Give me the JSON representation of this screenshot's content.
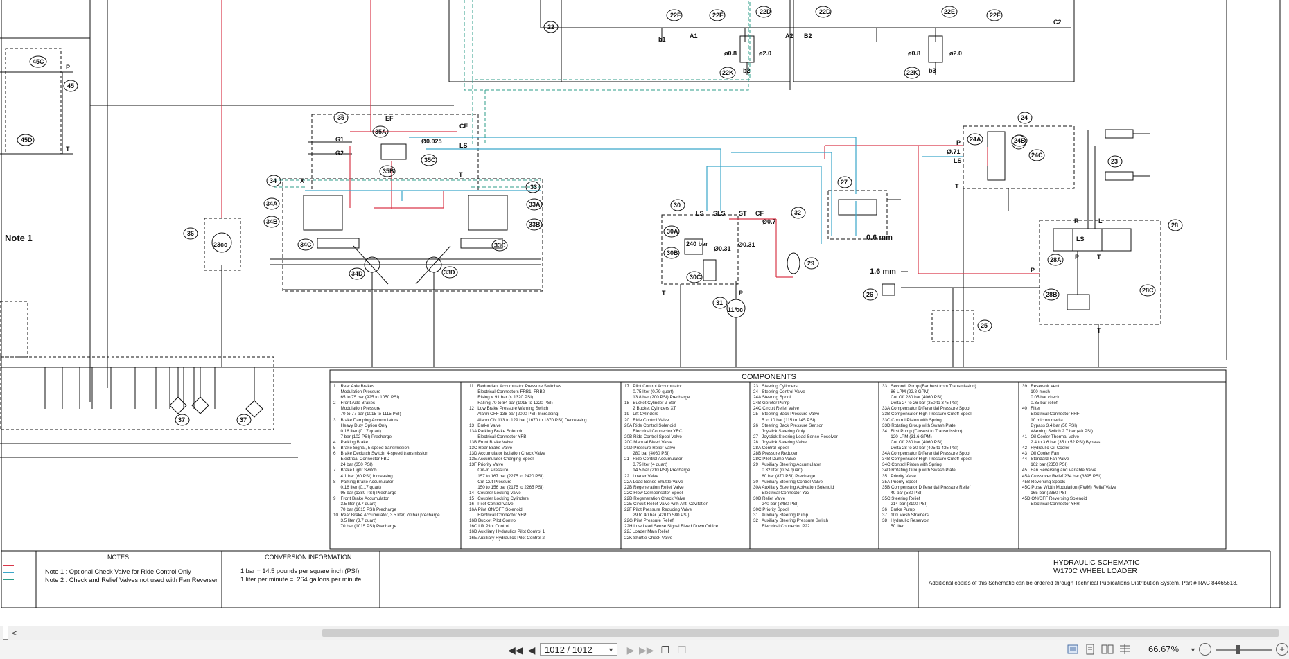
{
  "schematic": {
    "title_line1": "HYDRAULIC SCHEMATIC",
    "title_line2": "W170C  WHEEL LOADER",
    "order_note": "Additional copies of this Schematic can be ordered through Technical Publications Distribution System. Part # RAC 84465613.",
    "components_header": "COMPONENTS",
    "notes_header": "NOTES",
    "note1": "Note 1 : Optional Check Valve for Ride Control Only",
    "note2": "Note 2 : Check and Relief Valves not used with Fan Reverser",
    "conversion_header": "CONVERSION INFORMATION",
    "conv1": "1 bar = 14.5 pounds per square inch (PSI)",
    "conv2": "1 liter per minute = .264 gallons per minute",
    "note1_label": "Note 1",
    "orifice_06": "0.6 mm",
    "orifice_16": "1.6 mm",
    "labels": {
      "n45C": "45C",
      "n45": "45",
      "n45D": "45D",
      "n22": "22",
      "n22E": "22E",
      "n22D": "22D",
      "n22K": "22K",
      "n35": "35",
      "n35A": "35A",
      "n35B": "35B",
      "n35C": "35C",
      "n34": "34",
      "n34A": "34A",
      "n34B": "34B",
      "n34C": "34C",
      "n34D": "34D",
      "n33": "33",
      "n33A": "33A",
      "n33B": "33B",
      "n33C": "33C",
      "n33D": "33D",
      "n36": "36",
      "n23cc": "23cc",
      "n37": "37",
      "n30": "30",
      "n30A": "30A",
      "n30B": "30B",
      "n30C": "30C",
      "n31": "31",
      "n11cc": "11 cc",
      "n32": "32",
      "n29": "29",
      "n27": "27",
      "n26": "26",
      "n25": "25",
      "n24": "24",
      "n24A": "24A",
      "n24B": "24B",
      "n24C": "24C",
      "n23": "23",
      "n28": "28",
      "n28A": "28A",
      "n28B": "28B",
      "n28C": "28C",
      "P": "P",
      "T": "T",
      "EF": "EF",
      "CF": "CF",
      "LS": "LS",
      "G1": "G1",
      "G2": "G2",
      "X": "X",
      "SLS": "SLS",
      "ST": "ST",
      "R": "R",
      "L": "L",
      "b1": "b1",
      "b2": "b2",
      "b3": "b3",
      "A1": "A1",
      "A2": "A2",
      "B2": "B2",
      "C2": "C2",
      "o0025": "Ø0.025",
      "o07": "Ø0.7",
      "o031a": "Ø0.31",
      "o031b": "Ø0.31",
      "bar240": "240 bar",
      "o071": "Ø.71",
      "o08": "ø0.8",
      "o20": "ø2.0"
    },
    "components_col1": "1    Rear Axle Brakes\n      Modulation Pressure\n      65 to 75 bar (925 to 1050 PSI)\n2    Front Axle Brakes\n      Modulation Pressure\n      70 to 77 bar (1015 to 1115 PSI)\n3    Brake Damping Accumulators\n      Heavy Duty Option Only\n      0.16 liter (0.17 quart)\n      7 bar (102 PSI) Precharge\n4    Parking Brake\n5    Brake Signal, 5-speed transmission\n6    Brake Declutch Switch, 4-speed transmission\n      Electrical Connector FBD\n      24 bar (350 PSI)\n7    Brake Light Switch\n      4.1 bar (60 PSI) Increasing\n8    Parking Brake Accumulator\n      0.16 liter (0.17 quart)\n      95 bar (1380 PSI) Precharge\n9    Front Brake Accumulator\n      3.5 liter (3.7 quart)\n      70 bar (1015 PSI) Precharge\n10  Rear Brake Accumulator, 3.5 liter, 70 bar precharge\n      3.5 liter (3.7 quart)\n      70 bar (1015 PSI) Precharge",
    "components_col2": "11   Redundant Accumulator Pressure Switches\n       Electrical Connectors FRB1, FRB2\n       Rising < 91 bar (< 1320 PSI)\n       Falling 70 to 84 bar (1015 to 1220 PSI)\n12   Low Brake Pressure Warning Switch\n       Alarm OFF 138 bar (2000 PSI) Increasing\n       Alarm ON 113 to 129 bar (1670 to 1870 PSI) Decreasing\n13   Brake Valve\n13A Parking Brake Solenoid\n       Electrical Connector YFB\n13B Front Brake Valve\n13C Rear Brake Valve\n13D Accumulator Isolation Check Valve\n13E Accumulator Charging Spool\n13F Priority Valve\n       Cut-In Pressure\n       157 to 167 bar (2275 to 2420 PSI)\n       Cut-Out Pressure\n       150 to 156 bar (2175 to 2265 PSI)\n14   Coupler Locking Valve\n15   Coupler Locking Cylinders\n16   Pilot Control Valve\n16A Pilot ON/OFF Solenoid\n       Electrical Connector YFP\n16B Bucket Pilot Control\n16C Lift Pilot Control\n16D Auxiliary Hydraulics Pilot Control 1\n16E Auxiliary Hydraulics Pilot Control 2",
    "components_col3": "17   Pilot Control Accumulator\n       0.75 liter (0.79 quart)\n       13.8 bar (200 PSI) Precharge\n18   Bucket Cylinder Z-Bar\n       2 Bucket Cylinders XT\n19   Lift Cylinders\n20   Ride Control Valve\n20A Ride Control Solenoid\n       Electrical Connector YRC\n20B Ride Control Spool Valve\n20C Manual Bleed Valve\n20D Pressure Relief Valve\n       280 bar (4060 PSI)\n21   Ride Control Accumulator\n       3.75 liter (4 quart)\n       14.5 bar (210 PSI) Precharge\n22   Loader Valve\n22A Load Sense Shuttle Valve\n22B Regeneration Relief Valve\n22C Flow Compensator Spool\n22D Regeneration Check Valve\n22E Circuit Relief Valve with Anti-Cavitation\n22F Pilot Pressure Reducing Valve\n       29 to 40 bar (420 to 580 PSI)\n22G Pilot Pressure Relief\n22H Low Lead Sense Signal Bleed Down Orifice\n22J Loader Main Relief\n22K Shuttle Check Valve",
    "components_col4": "23   Steering Cylinders\n24   Steering Control Valve\n24A Steering Spool\n24B Gerotor Pump\n24C Circuit Relief Valve\n25   Steering Back Pressure Valve\n       5 to 10 bar (115 to 145 PSI)\n26   Steering Back Pressure Sensor\n       Joystick Steering Only\n27   Joystick Steering Load Sense Resolver\n28   Joystick Steering Valve\n28A Control Spool\n28B Pressure Reducer\n28C Pilot Dump Valve\n29   Auxiliary Steering Accumulator\n       0.32 liter (0.34 quart)\n       60 bar (870 PSI) Precharge\n30   Auxiliary Steering Control Valve\n30A Auxiliary Steering Activation Solenoid\n       Electrical Connector Y33\n30B Relief Valve\n       240 bar (3480 PSI)\n30C Priority Spool\n31   Auxiliary Steering Pump\n32   Auxiliary Steering Pressure Switch\n       Electrical Connector P22",
    "components_col5": "33   Second  Pump (Farthest from Transmission)\n       86 LPM (22.8 GPM)\n       Cut Off 280 bar (4060 PSI)\n       Delta 24 to 26 bar (350 to 375 PSI)\n33A Compensator Differential Pressure Spool\n33B Compensator High Pressure Cutoff Spool\n33C Control Piston with Spring\n33D Rotating Group with Swash Plate\n34   First Pump (Closest to Transmission)\n       120 LPM (31.6 GPM)\n       Cut Off 280 bar (4060 PSI)\n       Delta 28 to 30 bar (405 to 435 PSI)\n34A Compensator Differential Pressure Spool\n34B Compensator High Pressure Cutoff Spool\n34C Control Piston with Spring\n34D Rotating Group with Swash Plate\n35   Priority Valve\n35A Priority Spool\n35B Compensator Differential Pressure Relief\n       40 bar (580 PSI)\n35C Steering Relief\n       214 bar (3100 PSI)\n36   Brake Pump\n37   100 Mesh Strainers\n38   Hydraulic Reservoir\n       50 liter",
    "components_col6": "39   Reservoir Vent\n       100 mesh\n       0.05 bar check\n       0.35 bar relief\n40   Filter\n       Electrical Connector FHF\n       10 micron media\n       Bypass 3.4 bar (50 PSI)\n       Warning Switch 2.7 bar (40 PSI)\n41   Oil Cooler Thermal Valve\n       2.4 to 3.6 bar (35 to 52 PSI) Bypass\n42   Hydraulic Oil Cooler\n43   Oil Cooler Fan\n44   Standard Fan Valve\n       162 bar (2350 PSI)\n45   Fan Reversing and Variable Valve\n45A Crossover Relief 234 bar (3395 PSI)\n45B Reversing Spools\n45C Pulse Width Modulation (PWM) Relief Valve\n       165 bar (2350 PSI)\n45D ON/OFF Reversing Solenoid\n       Electrical Connector YFR"
  },
  "toolbar": {
    "page_value": "1012 / 1012",
    "zoom_value": "66.67%"
  },
  "colors": {
    "pressure_line": "#d9384a",
    "pilot_line": "#3aa6c9",
    "drain_line": "#2e9c8a",
    "line": "#111111"
  },
  "icons": [
    "first-page-icon",
    "previous-page-icon",
    "next-page-icon",
    "last-page-icon",
    "previous-view-icon",
    "next-view-icon",
    "single-page-icon",
    "continuous-icon",
    "facing-icon",
    "continuous-facing-icon",
    "zoom-out-icon",
    "zoom-in-icon"
  ]
}
